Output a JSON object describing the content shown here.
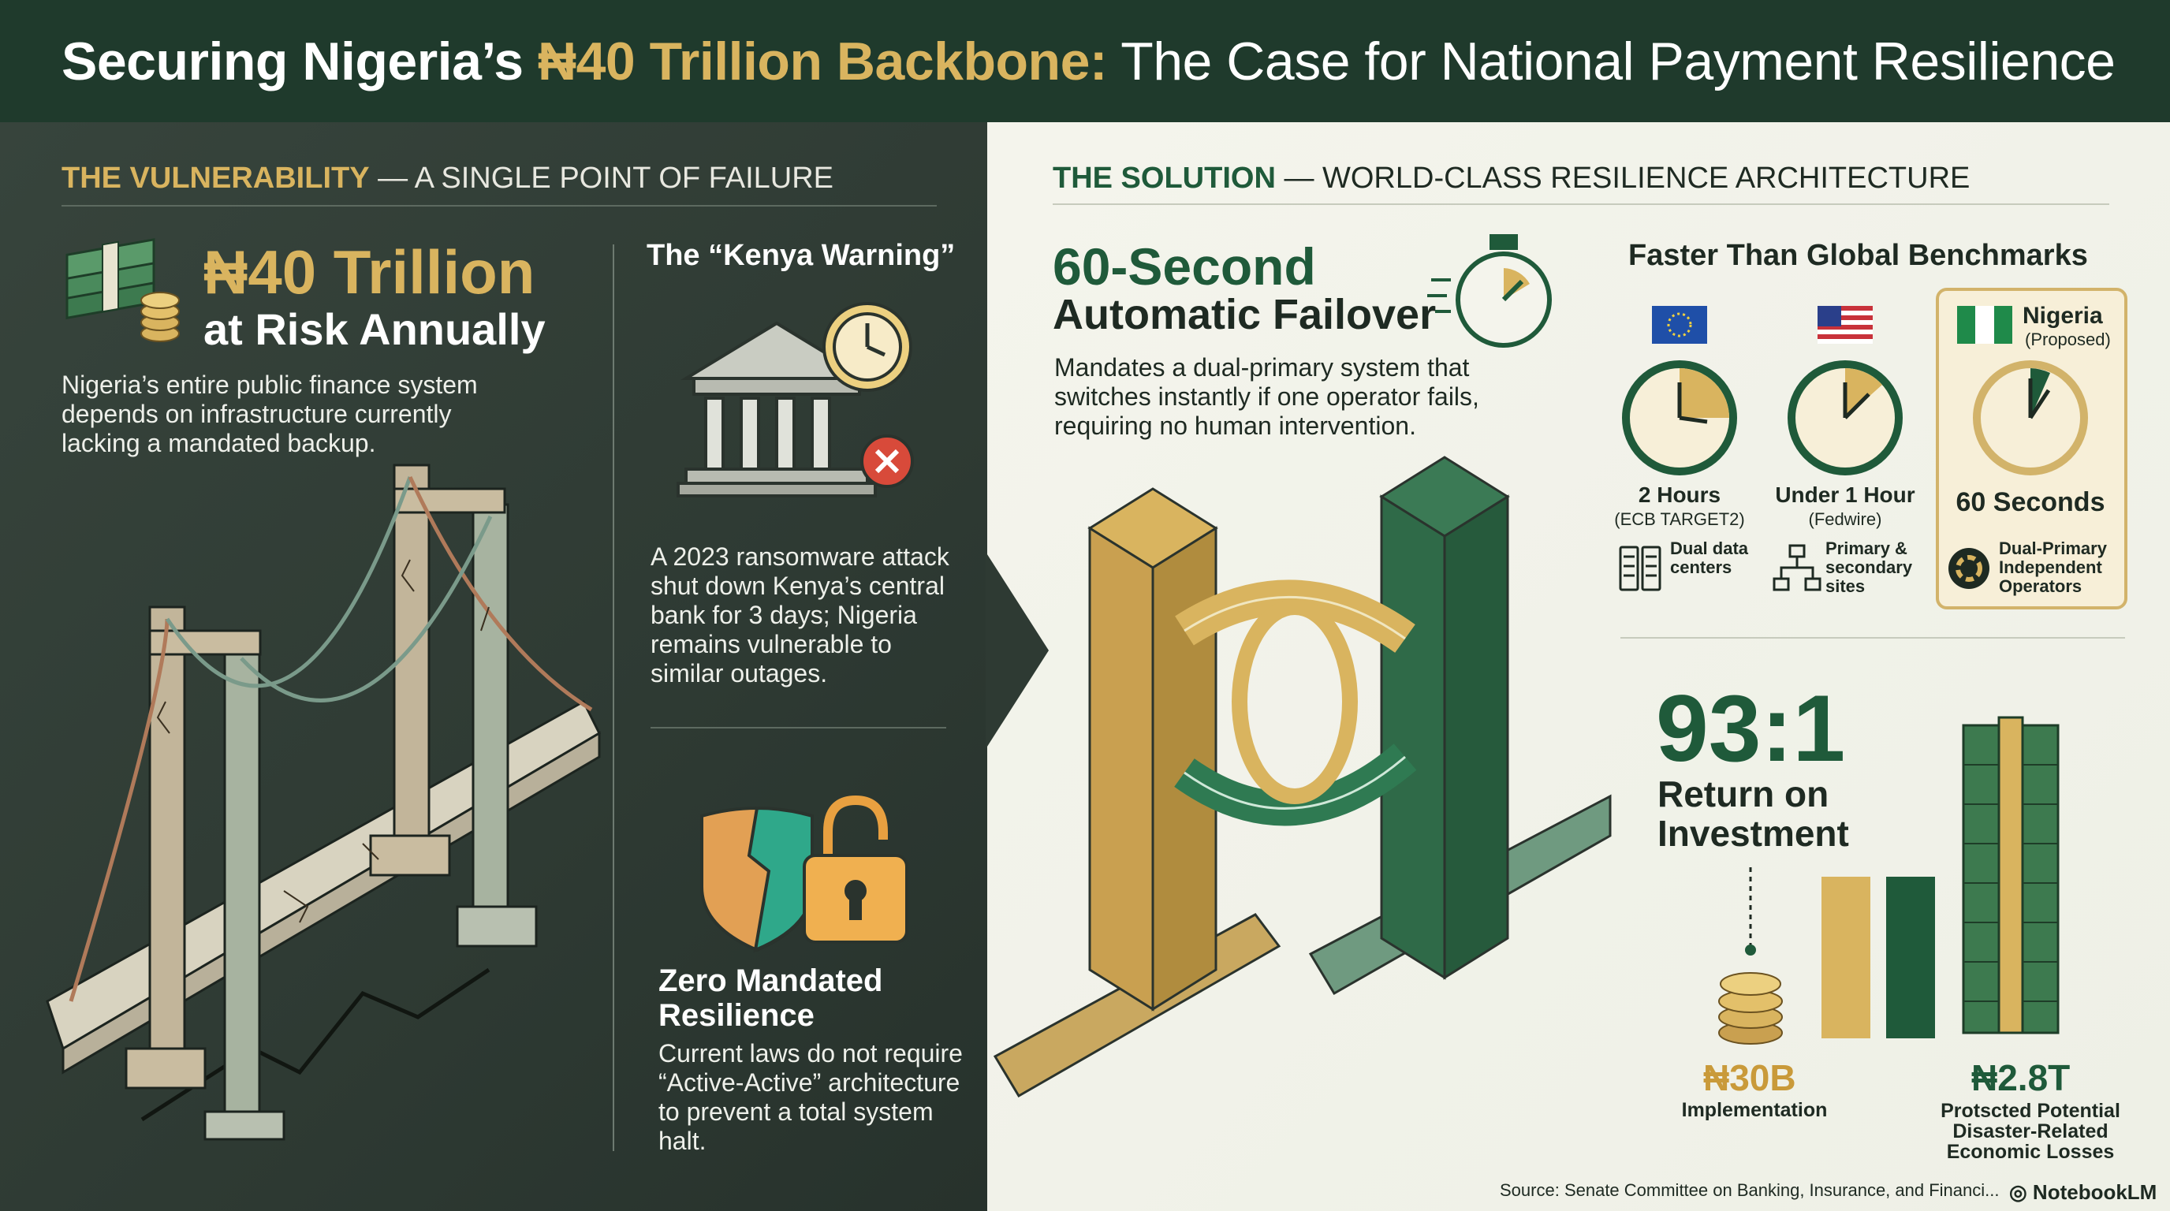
{
  "header": {
    "title_part1": "Securing Nigeria’s ",
    "title_highlight": "₦40 Trillion Backbone:",
    "title_part2": " The Case for National Payment Resilience"
  },
  "vulnerability": {
    "section_key": "THE VULNERABILITY",
    "section_rest": " — A SINGLE POINT OF FAILURE",
    "headline_amount": "₦40 Trillion",
    "headline_sub": "at Risk Annually",
    "description": "Nigeria’s entire public finance system depends on infrastructure currently lacking a mandated backup.",
    "kenya_title": "The “Kenya Warning”",
    "kenya_text": "A 2023 ransomware attack shut down Kenya’s central bank for 3 days; Nigeria remains vulnerable to similar outages.",
    "zero_title_1": "Zero Mandated",
    "zero_title_2": "Resilience",
    "zero_text": "Current laws do not require “Active-Active” architecture to prevent a total system halt."
  },
  "solution": {
    "section_key": "THE SOLUTION",
    "section_rest": " — WORLD-CLASS RESILIENCE ARCHITECTURE",
    "failover_title_1": "60-Second",
    "failover_title_2": "Automatic Failover",
    "failover_text": "Mandates a dual-primary system that switches instantly if one operator fails, requiring no human intervention."
  },
  "benchmarks": {
    "title": "Faster Than Global Benchmarks",
    "items": [
      {
        "time": "2 Hours",
        "system": "(ECB TARGET2)",
        "feature": "Dual data centers",
        "flag": "eu-flag-icon"
      },
      {
        "time": "Under 1 Hour",
        "system": "(Fedwire)",
        "feature": "Primary & secondary sites",
        "flag": "us-flag-icon"
      },
      {
        "country": "Nigeria",
        "country_note": "(Proposed)",
        "time": "60 Seconds",
        "feature": "Dual-Primary Independent Operators",
        "flag": "nigeria-flag-icon"
      }
    ]
  },
  "roi": {
    "ratio": "93:1",
    "label_1": "Return on",
    "label_2": "Investment",
    "cost_value": "₦30B",
    "cost_label": "Implementation",
    "benefit_value": "₦2.8T",
    "benefit_label": "Protscted Potential Disaster-Related Economic Losses"
  },
  "footer": {
    "source_prefix": "Source: ",
    "source_text": "Senate Committee on Banking, Insurance, and Financi...",
    "brand": "NotebookLM"
  },
  "colors": {
    "dark_green": "#1f3a2c",
    "gold": "#d9b45f",
    "accent_green": "#1f5a3a",
    "cream": "#f4f4ec"
  }
}
